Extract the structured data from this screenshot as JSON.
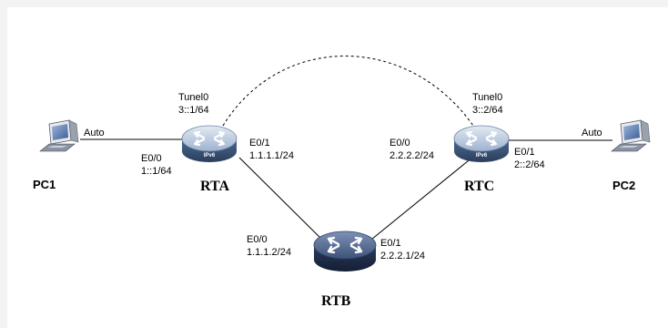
{
  "nodes": {
    "pc1": {
      "name": "PC1"
    },
    "pc2": {
      "name": "PC2"
    },
    "rta": {
      "name": "RTA",
      "badge": "IPv6"
    },
    "rtb": {
      "name": "RTB"
    },
    "rtc": {
      "name": "RTC",
      "badge": "IPv6"
    }
  },
  "labels": {
    "pc1_link": "Auto",
    "pc2_link": "Auto",
    "rta_tunnel_if": "Tunel0",
    "rta_tunnel_ip": "3::1/64",
    "rtc_tunnel_if": "Tunel0",
    "rtc_tunnel_ip": "3::2/64",
    "rta_e00_if": "E0/0",
    "rta_e00_ip": "1::1/64",
    "rta_e01_if": "E0/1",
    "rta_e01_ip": "1.1.1.1/24",
    "rtb_e00_if": "E0/0",
    "rtb_e00_ip": "1.1.1.2/24",
    "rtb_e01_if": "E0/1",
    "rtb_e01_ip": "2.2.2.1/24",
    "rtc_e00_if": "E0/0",
    "rtc_e00_ip": "2.2.2.2/24",
    "rtc_e01_if": "E0/1",
    "rtc_e01_ip": "2::2/64"
  },
  "colors": {
    "router_top": "#b9c9df",
    "router_side": "#3c5678",
    "rtb_top": "#5a6f94",
    "rtb_side": "#1f2d4a",
    "link": "#000000"
  }
}
